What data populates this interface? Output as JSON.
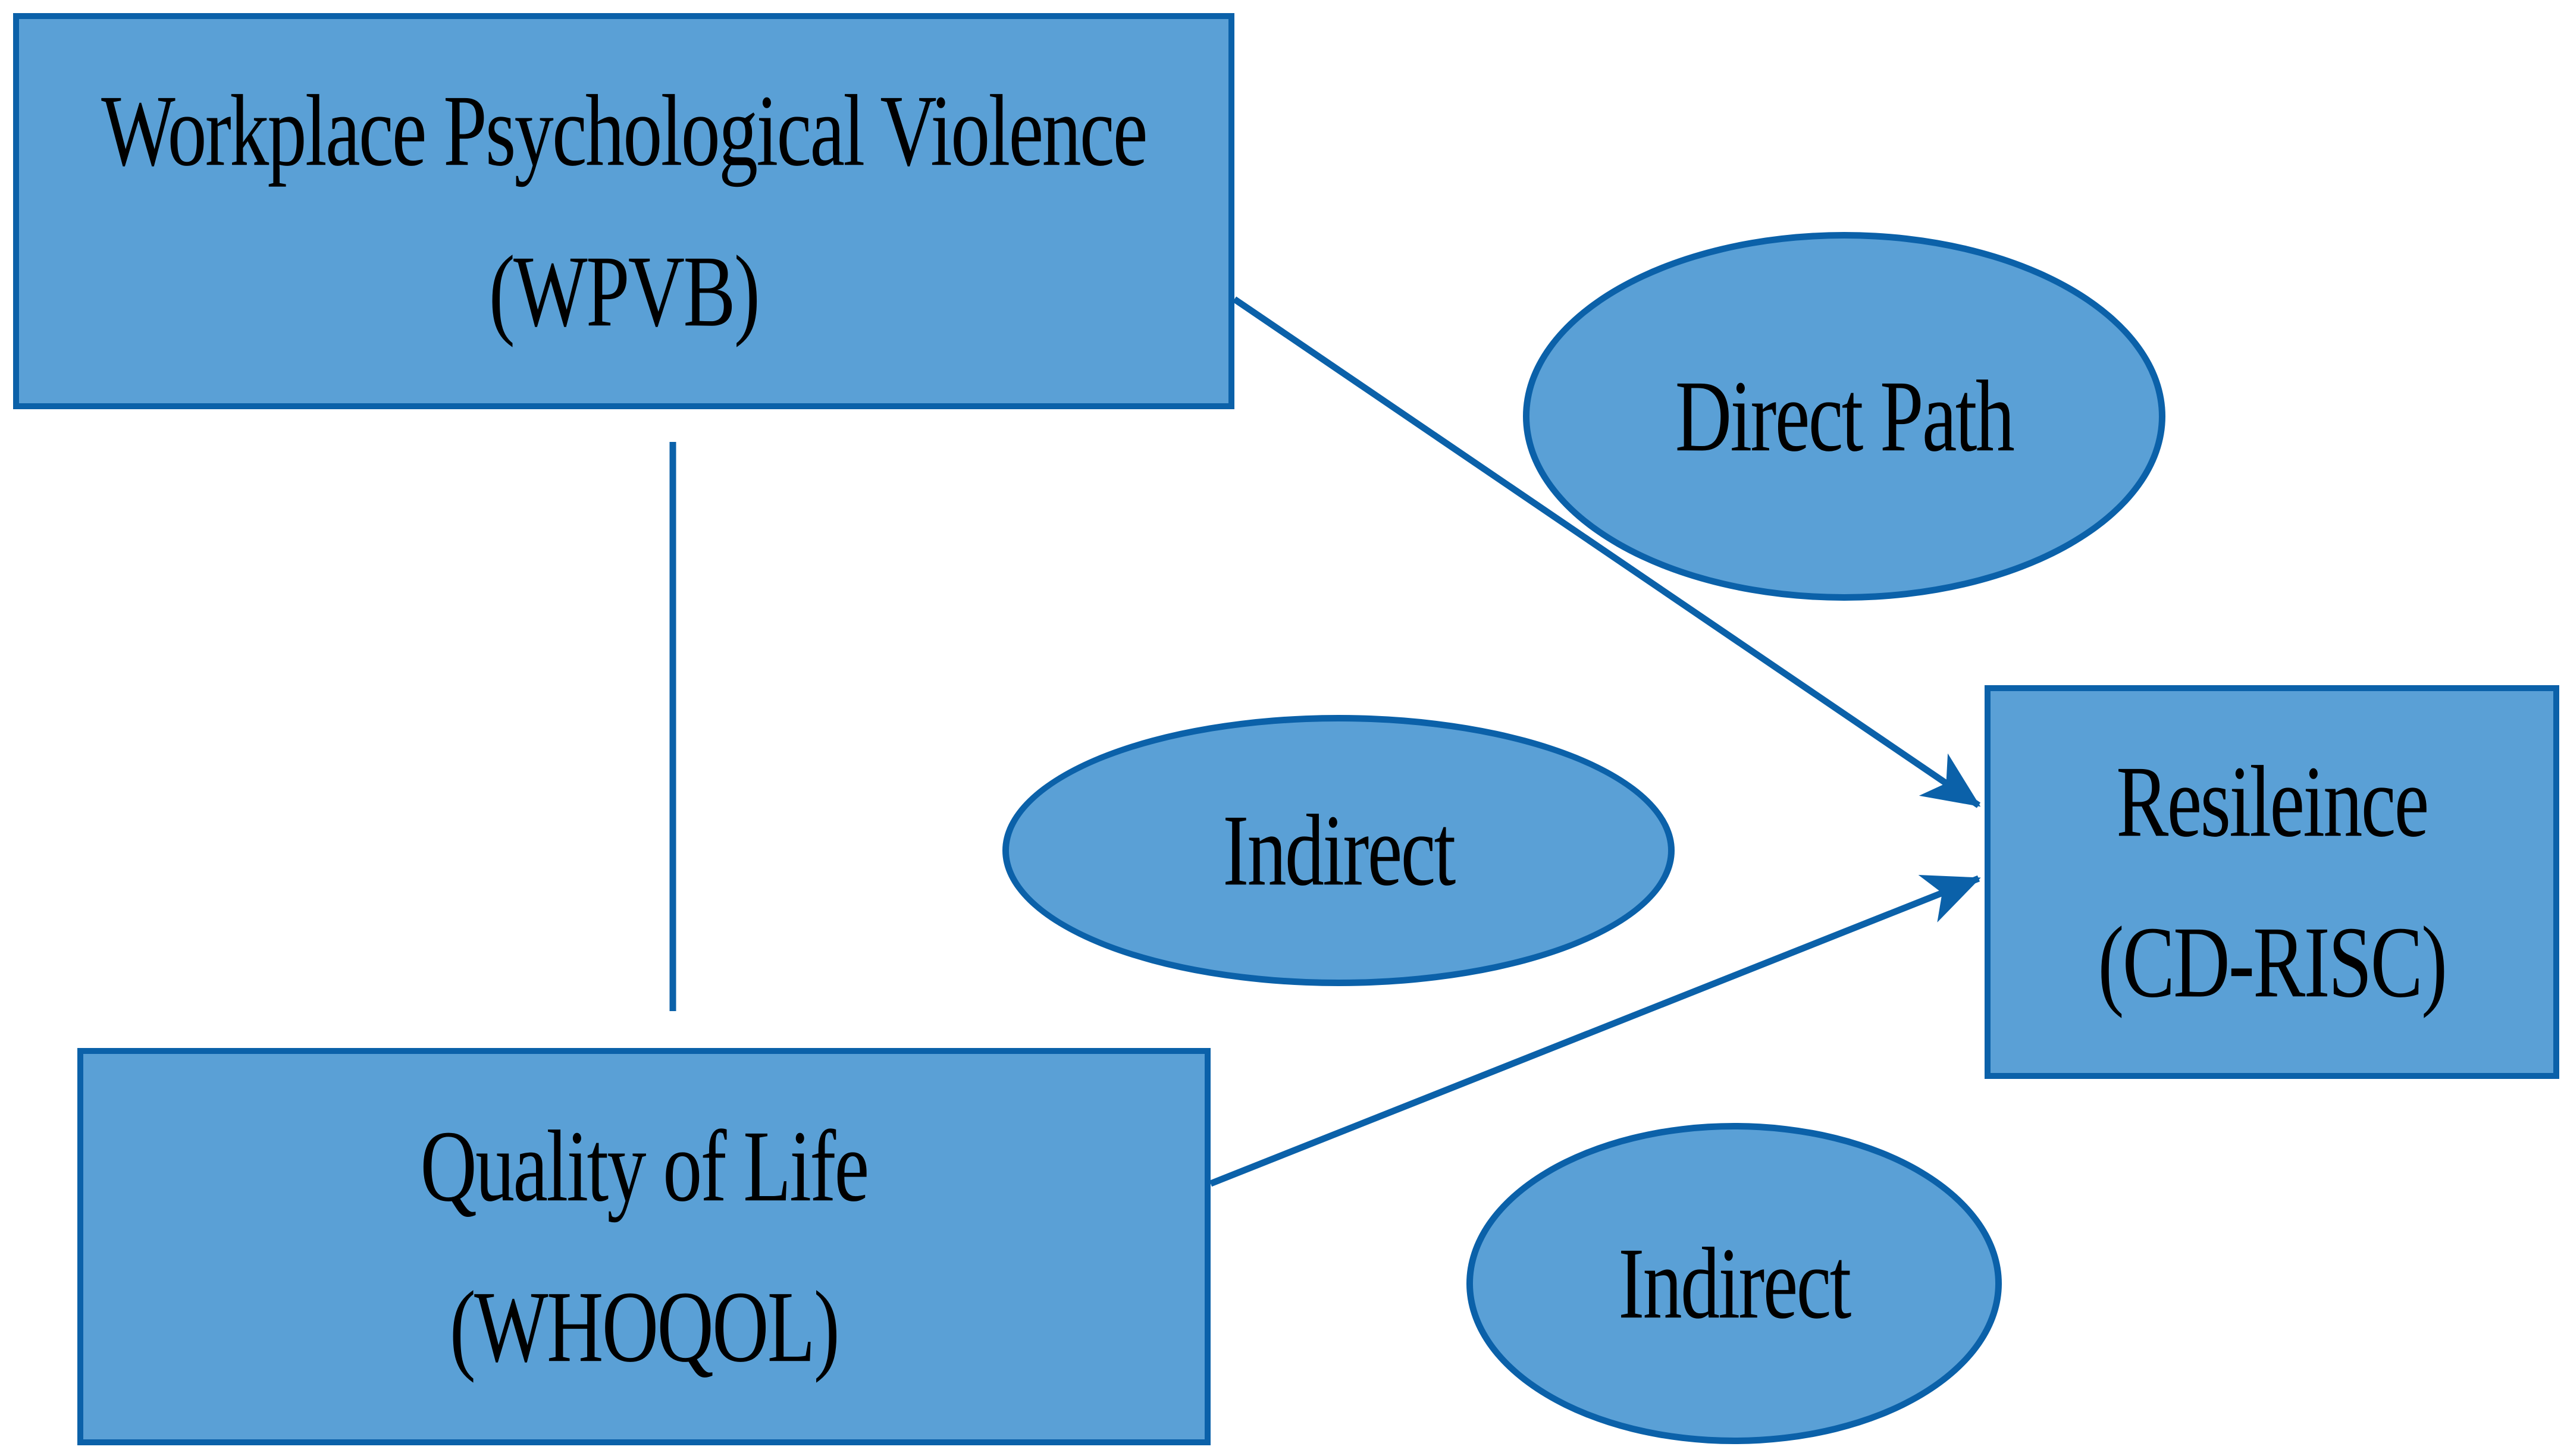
{
  "figure": {
    "background": "#FFFFFF",
    "shape_fill": "#5AA0D6",
    "shape_stroke": "#0B61A9",
    "text_color": "#000000"
  },
  "nodes": {
    "wpvb": {
      "line1": "Workplace Psychological Violence",
      "line2": "(WPVB)"
    },
    "whoqol": {
      "line1": "Quality of Life",
      "line2": "(WHOQOL)"
    },
    "cd_risc": {
      "line1": "Resileince",
      "line2": "(CD-RISC)"
    },
    "direct_path": {
      "label": "Direct Path"
    },
    "indirect_upper": {
      "label": "Indirect"
    },
    "indirect_lower": {
      "label": "Indirect"
    }
  },
  "edges": [
    {
      "from": "Workplace Psychological Violence (WPVB)",
      "to": "Resileince (CD-RISC)",
      "label": "Direct Path",
      "style": "arrow"
    },
    {
      "from": "Workplace Psychological Violence (WPVB)",
      "to": "Quality of Life (WHOQOL)",
      "label": "",
      "style": "plain-line"
    },
    {
      "from": "Quality of Life (WHOQOL)",
      "to": "Resileince (CD-RISC)",
      "label": "Indirect",
      "style": "arrow"
    }
  ]
}
